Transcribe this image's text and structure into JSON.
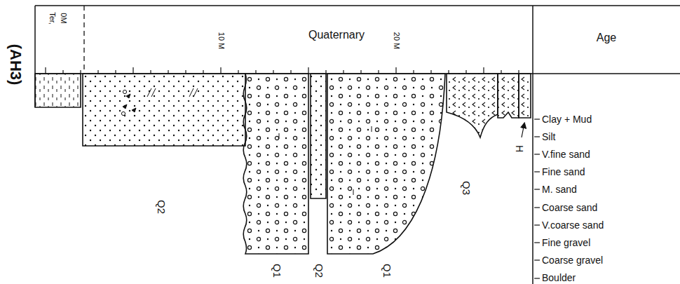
{
  "diagram": {
    "title": "(AH3)",
    "labels": [
      "Ter,",
      "0M",
      "Quaternary",
      "10 M",
      "20 M",
      "Age",
      "Clay + Mud",
      "Silt",
      "V.fine sand",
      "Fine sand",
      "M. sand",
      "Coarse sand",
      "V.coarse sand",
      "Fine gravel",
      "Coarse gravel",
      "Boulder",
      "Q2",
      "Q1",
      "Q2",
      "Q1",
      "Q3",
      "H"
    ]
  }
}
